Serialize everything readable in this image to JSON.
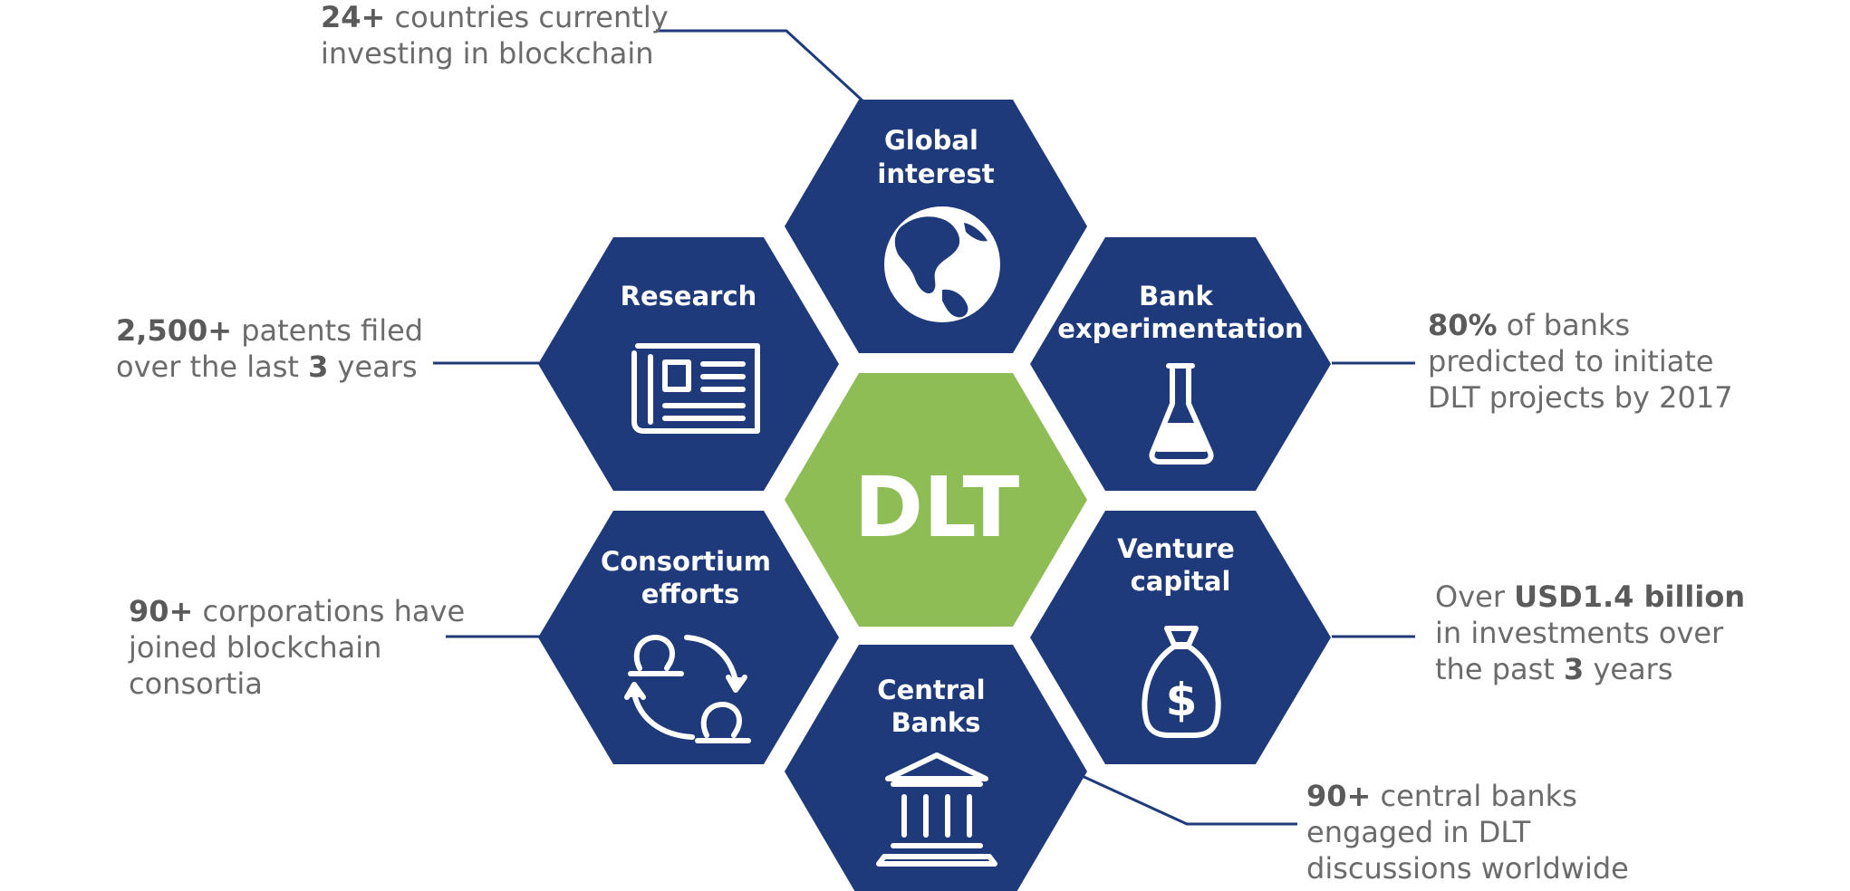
{
  "colors": {
    "hex_blue": "#1e3a7a",
    "hex_green": "#8fbd55",
    "text_gray": "#6b6b6b",
    "connector": "#1e3a7a"
  },
  "center": {
    "label": "DLT"
  },
  "hexagons": [
    {
      "id": "global",
      "title_lines": [
        "Global",
        "interest"
      ],
      "icon": "globe-icon"
    },
    {
      "id": "research",
      "title_lines": [
        "Research"
      ],
      "icon": "newspaper-icon"
    },
    {
      "id": "bank",
      "title_lines": [
        "Bank",
        "experimentation"
      ],
      "icon": "flask-icon"
    },
    {
      "id": "consortium",
      "title_lines": [
        "Consortium",
        "efforts"
      ],
      "icon": "people-cycle-icon"
    },
    {
      "id": "venture",
      "title_lines": [
        "Venture",
        "capital"
      ],
      "icon": "money-bag-icon"
    },
    {
      "id": "central",
      "title_lines": [
        "Central",
        "Banks"
      ],
      "icon": "bank-building-icon"
    }
  ],
  "callouts": {
    "global": {
      "line1_bold": "24+",
      "line1_rest": " countries currently",
      "line2": "investing in blockchain"
    },
    "research": {
      "line1_bold": "2,500+",
      "line1_rest": " patents filed",
      "line2_pre": "over the last ",
      "line2_bold": "3",
      "line2_post": " years"
    },
    "bank": {
      "line1_bold": "80%",
      "line1_rest": " of banks",
      "line2": "predicted to initiate",
      "line3": "DLT projects by 2017"
    },
    "consortium": {
      "line1_bold": "90+",
      "line1_rest": " corporations have",
      "line2": "joined blockchain",
      "line3": "consortia"
    },
    "venture": {
      "line1_pre": "Over ",
      "line1_bold": "USD1.4 billion",
      "line2": "in investments over",
      "line3_pre": "the past ",
      "line3_bold": "3",
      "line3_post": " years"
    },
    "central": {
      "line1_bold": "90+",
      "line1_rest": " central banks",
      "line2": "engaged in DLT",
      "line3": "discussions worldwide"
    }
  }
}
